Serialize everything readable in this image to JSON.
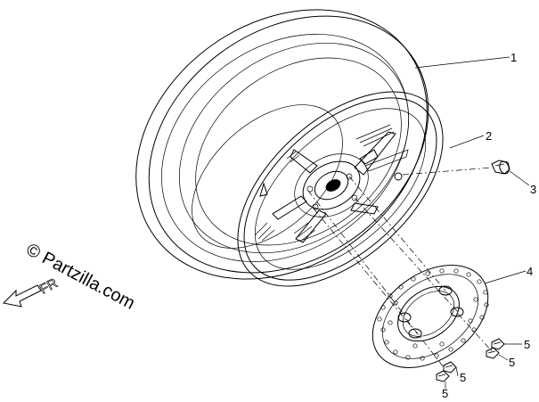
{
  "watermark": "© Partzilla.com",
  "direction_label": "FR",
  "callouts": {
    "tire": "1",
    "rim": "2",
    "valve": "3",
    "disc": "4",
    "bolt_a": "5",
    "bolt_b": "5",
    "bolt_c": "5",
    "bolt_d": "5"
  }
}
